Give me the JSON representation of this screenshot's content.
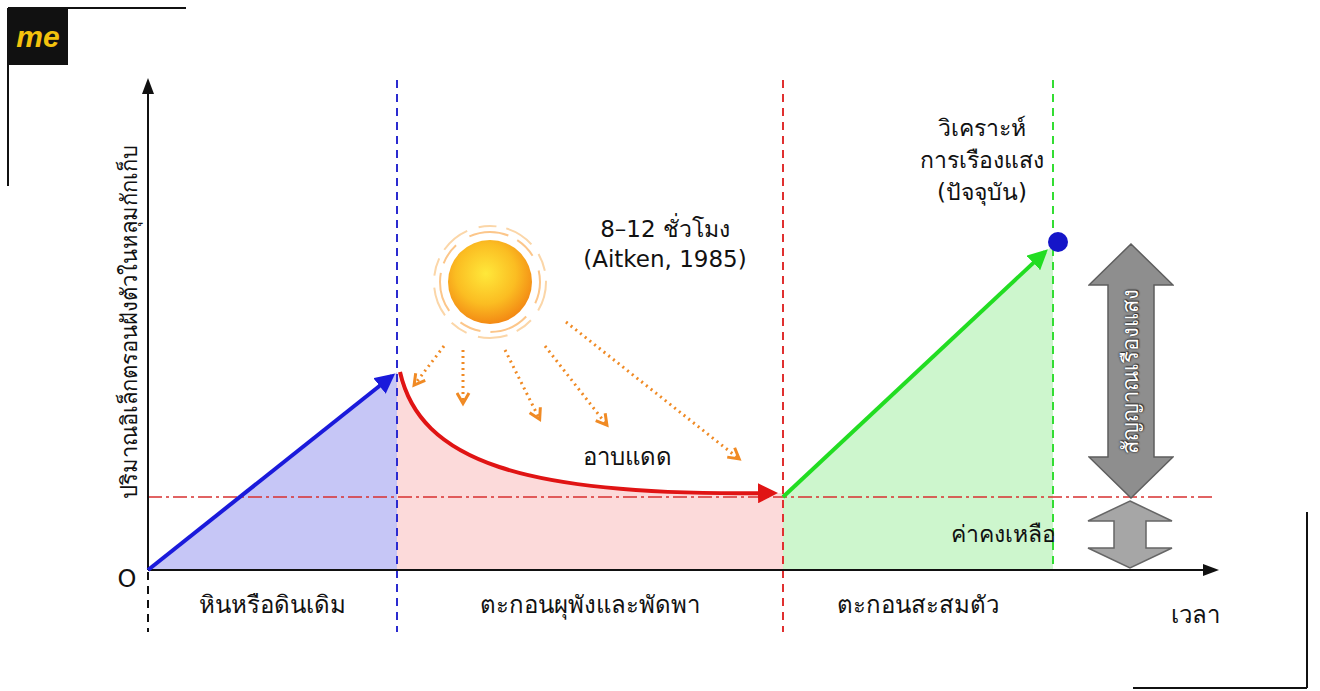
{
  "diagram": {
    "nodes": [
      {
        "text": [
          "me"
        ]
      },
      {
        "text": [
          "สัญญาณเรืองแสง"
        ]
      }
    ],
    "labels": [
      "ปริมาณอิเล็กตรอนฝังตัวในหลุมกักเก็บ",
      "O",
      "8–12 ชั่วโมง (Aitken, 1985)",
      "อาบแดด",
      "วิเคราะห์ การเรืองแสง (ปัจจุบัน)",
      "ค่าคงเหลือ",
      "หินหรือดินเดิม",
      "ตะกอนผุพังและพัดพา",
      "ตะกอนสะสมตัว",
      "เวลา"
    ]
  }
}
